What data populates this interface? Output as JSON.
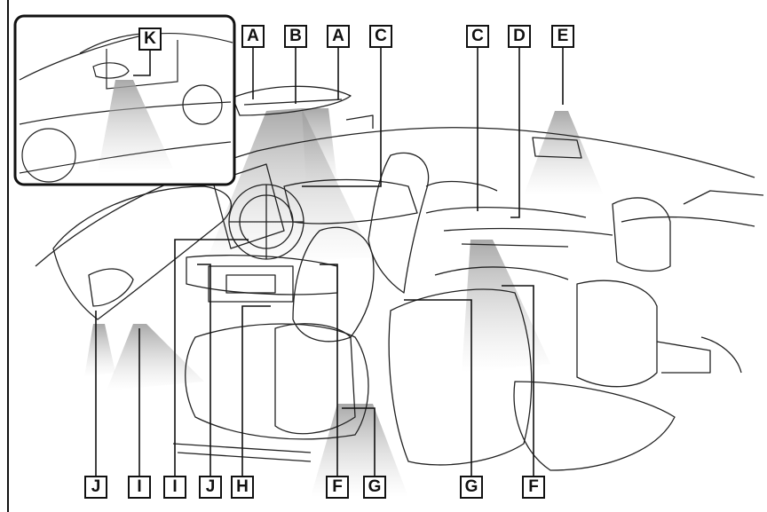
{
  "callouts": {
    "top": [
      "A",
      "B",
      "A",
      "C",
      "C",
      "D",
      "E"
    ],
    "bottom": [
      "J",
      "I",
      "I",
      "J",
      "H",
      "F",
      "G",
      "G",
      "F"
    ],
    "inset": "K"
  }
}
